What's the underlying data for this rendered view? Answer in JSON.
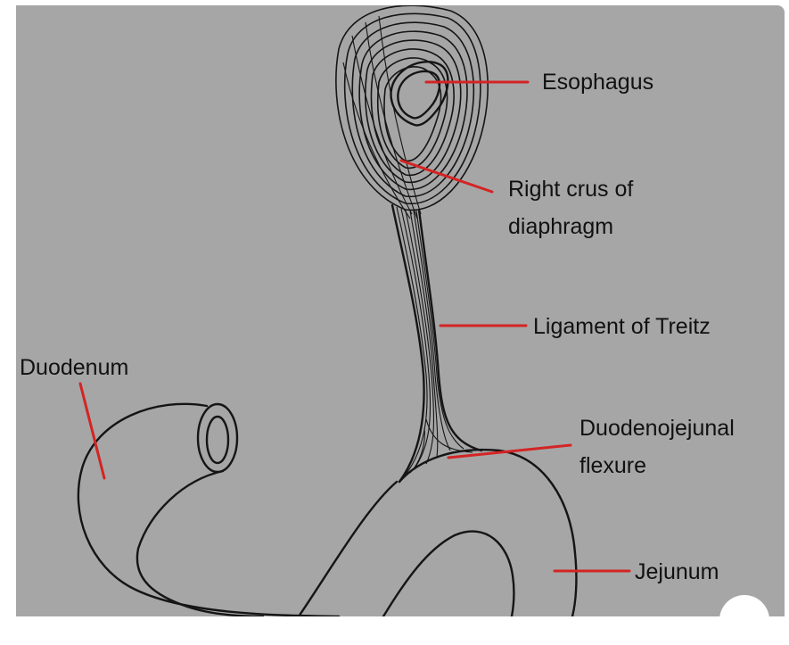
{
  "diagram": {
    "labels": {
      "esophagus": "Esophagus",
      "right_crus_line1": "Right crus of",
      "right_crus_line2": "diaphragm",
      "ligament": "Ligament of Treitz",
      "duodenum": "Duodenum",
      "flexure_line1": "Duodenojejunal",
      "flexure_line2": "flexure",
      "jejunum": "Jejunum"
    },
    "colors": {
      "background": "#a6a6a6",
      "leader_lines": "#d42424",
      "outline": "#151515"
    }
  }
}
